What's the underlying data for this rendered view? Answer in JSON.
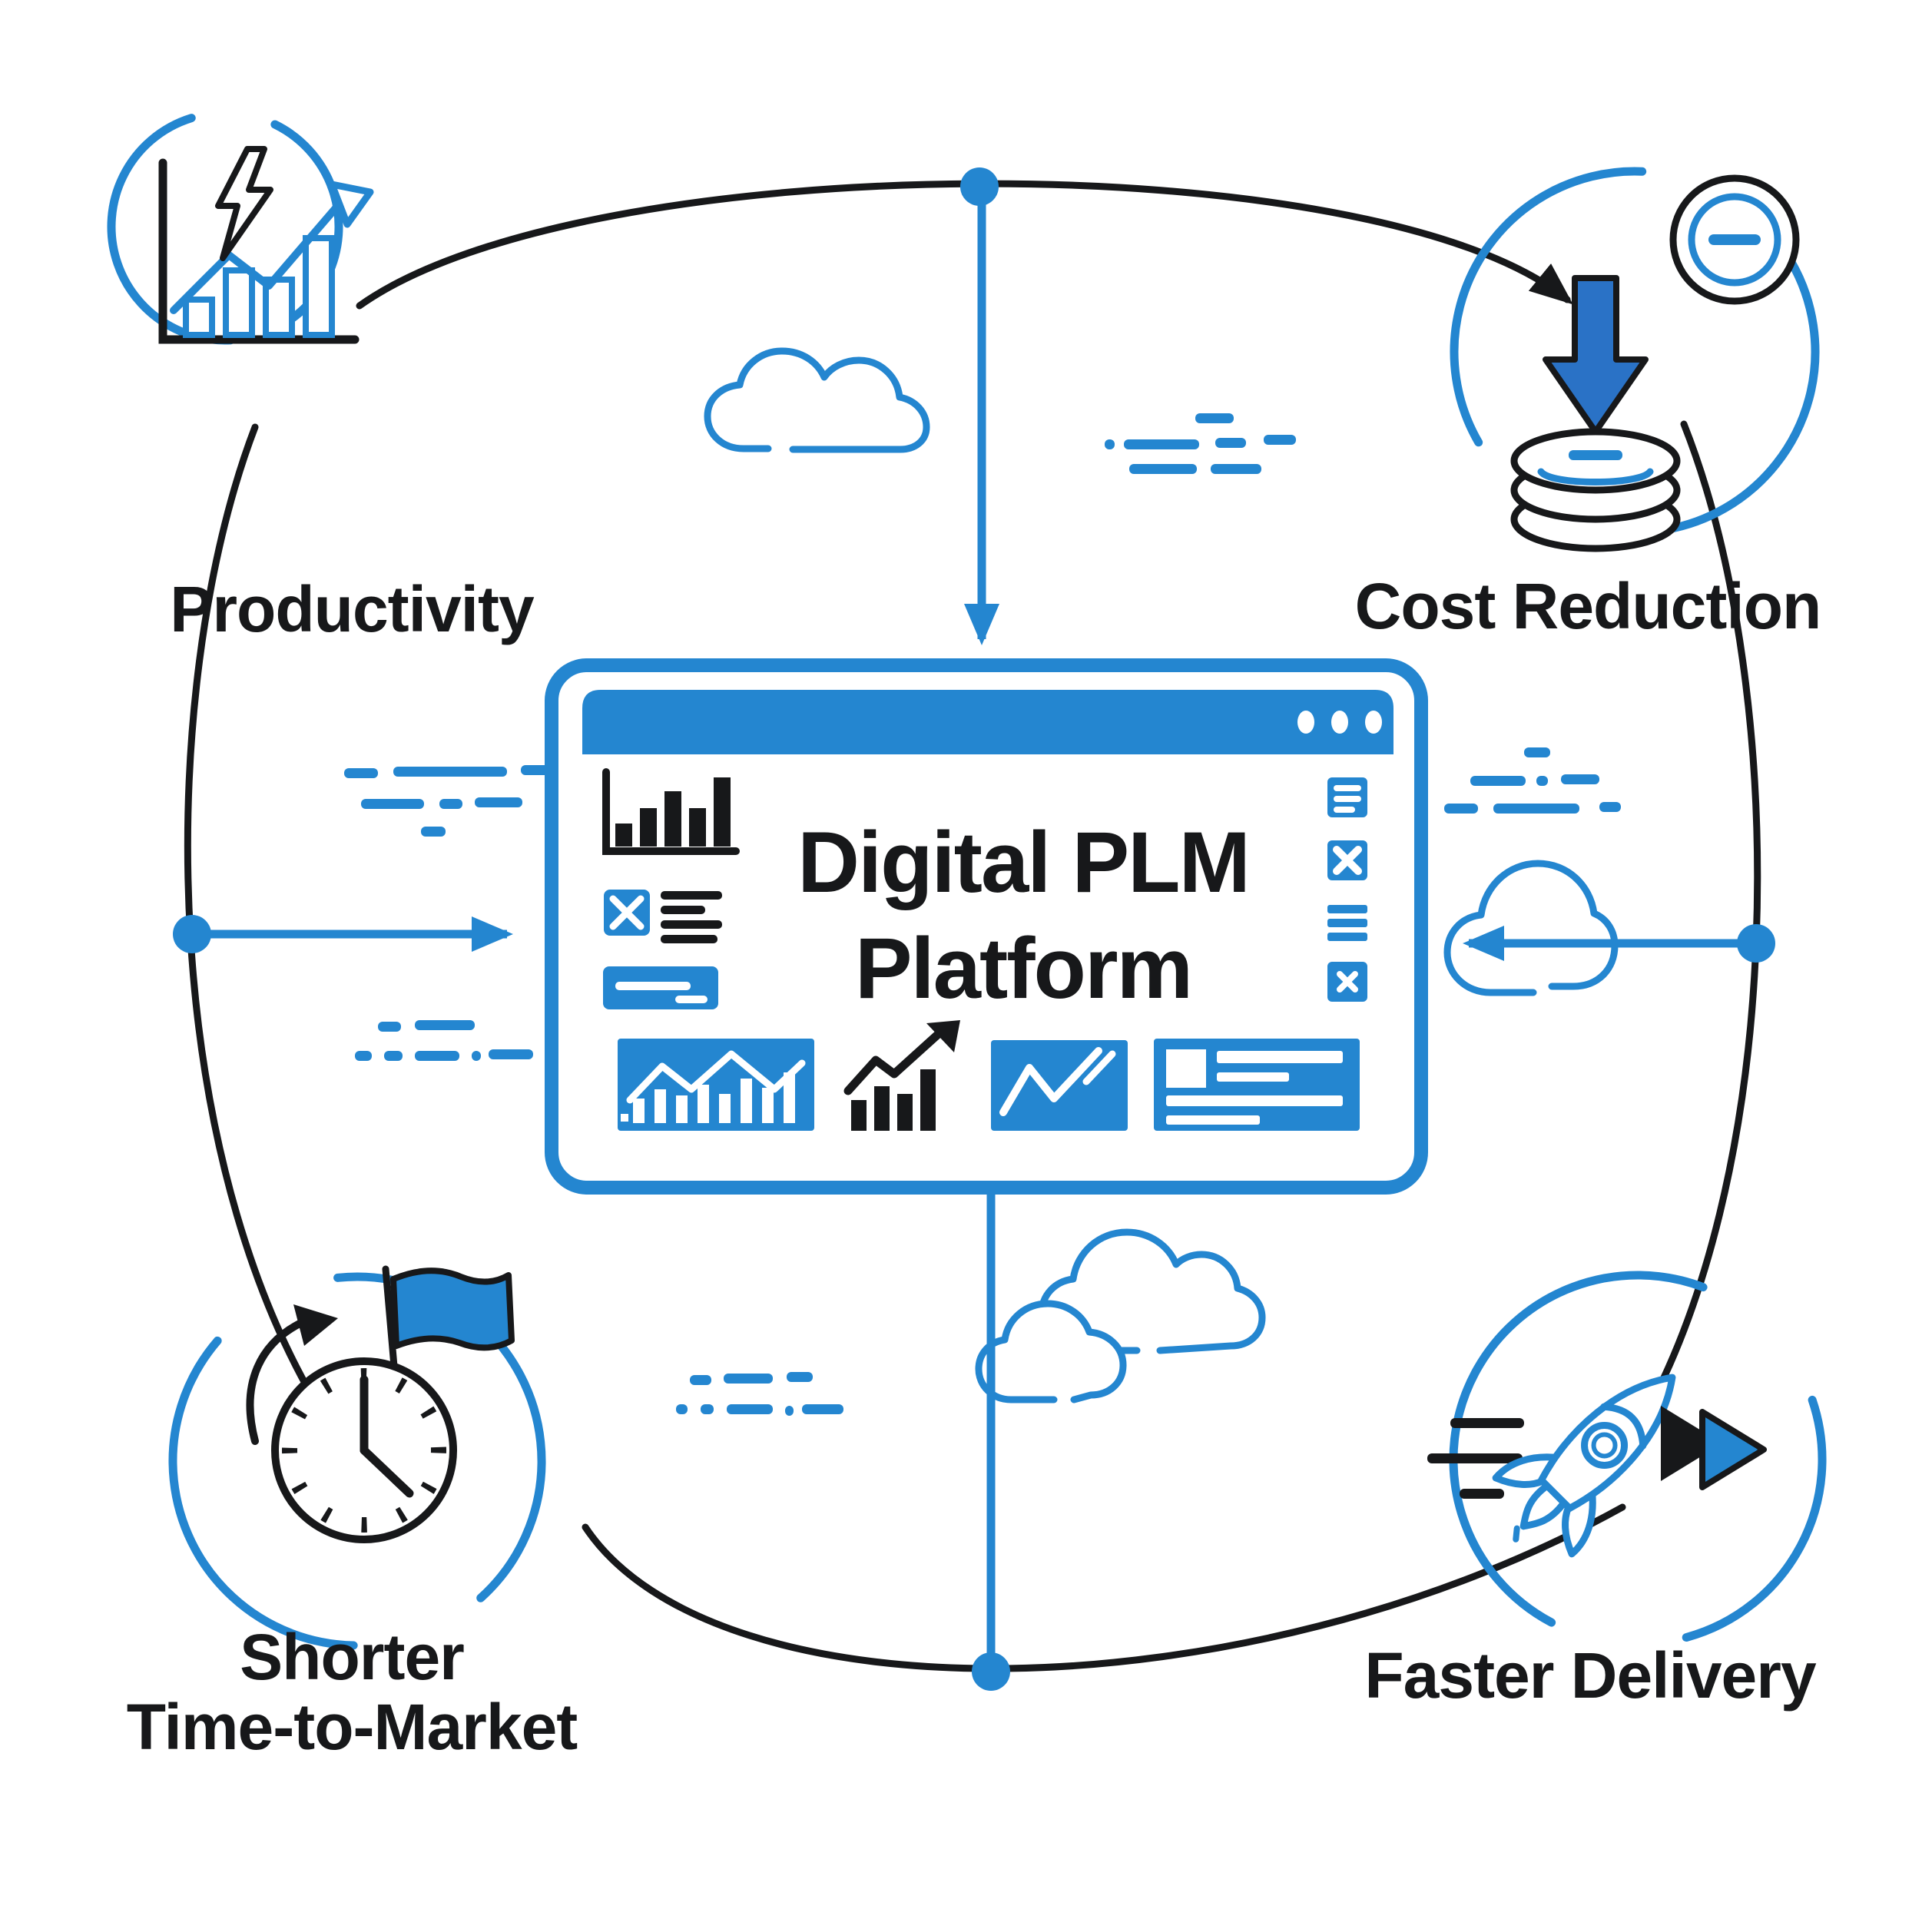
{
  "platform_window": {
    "title_line1": "Digital PLM",
    "title_line2": "Platform"
  },
  "benefits": [
    {
      "id": "productivity",
      "label": "Productivity",
      "icon": "growth-bar-chart-lightning-icon"
    },
    {
      "id": "cost_reduction",
      "label": "Cost Reduction",
      "icon": "coin-stack-down-arrow-minus-icon"
    },
    {
      "id": "shorter_time_to_market",
      "label_line1": "Shorter",
      "label_line2": "Time-to-Market",
      "icon": "clock-flag-cycle-arrow-icon"
    },
    {
      "id": "faster_delivery",
      "label": "Faster Delivery",
      "icon": "rocket-fast-forward-icon"
    }
  ],
  "colors": {
    "accent_blue": "#2486d0",
    "deep_blue": "#2a72c6",
    "ink_black": "#17181a",
    "background": "#ffffff"
  }
}
